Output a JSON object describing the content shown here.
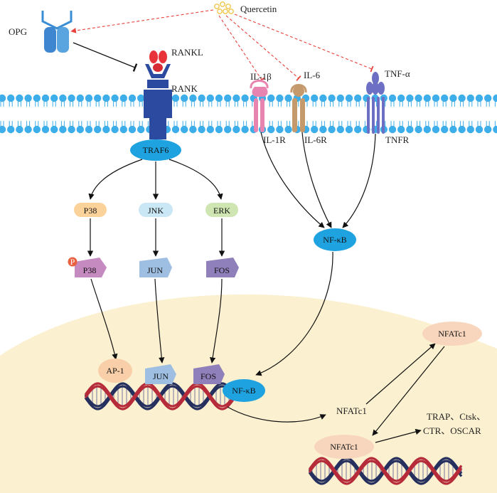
{
  "colors": {
    "membrane_head": "#3daee9",
    "nucleus": "#fbf0cf",
    "node_blue": "#1fa2e0",
    "inhibit_red": "#e8403b",
    "rank_blue": "#2b4aa0",
    "rankl_red": "#e8333a",
    "p38": "#fbd29a",
    "jnk": "#c9e7f4",
    "erk": "#cfe6b2",
    "p38p": "#c58ac0",
    "jun": "#9fbfe2",
    "fos": "#8f7fba",
    "ap1": "#f8cfa8",
    "nfatc1_box": "#f8d6bd",
    "il1": "#e884b0",
    "il6": "#c49a6c",
    "tnf": "#6c6fc4",
    "dna_red": "#b62b3a",
    "dna_navy": "#26305e",
    "dna_grey": "#8f8aa8"
  },
  "icons": {
    "quercetin": "quercetin-molecule-icon",
    "opg": "opg-protein-icon",
    "rankl": "rankl-ligand-icon",
    "rank": "rank-receptor-icon",
    "il1r": "il1-receptor-icon",
    "il6r": "il6-receptor-icon",
    "tnfr": "tnf-receptor-icon",
    "phospho": "phosphate-icon",
    "dna": "dna-helix-icon"
  },
  "labels": {
    "quercetin": "Quercetin",
    "opg": "OPG",
    "rankl": "RANKL",
    "rank": "RANK",
    "il1b": "IL-1β",
    "il6": "IL-6",
    "tnfa": "TNF-α",
    "il1r": "IL-1R",
    "il6r": "IL-6R",
    "tnfr": "TNFR",
    "traf6": "TRAF6",
    "p38": "P38",
    "jnk": "JNK",
    "erk": "ERK",
    "p38p": "P38",
    "phospho": "P",
    "jun": "JUN",
    "fos": "FOS",
    "nfkb": "NF-κB",
    "ap1": "AP-1",
    "jun_n": "JUN",
    "fos_n": "FOS",
    "nfkb_n": "NF-κB",
    "nfatc1_top": "NFATc1",
    "nfatc1_mid": "NFATc1",
    "nfatc1_box": "NFATc1",
    "targets_line1": "TRAP、Ctsk、",
    "targets_line2": "CTR、OSCAR"
  }
}
